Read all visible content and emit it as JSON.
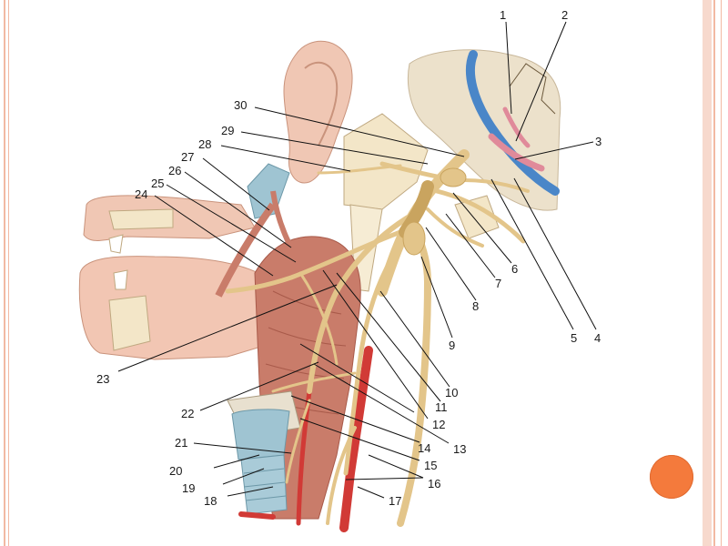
{
  "slide": {
    "background": "#ffffff",
    "frame_color": "#f2b9a3",
    "frame_band_color": "#f7d9cd",
    "accent_dot_color": "#f47a3c"
  },
  "diagram": {
    "labels": [
      "1",
      "2",
      "3",
      "4",
      "5",
      "6",
      "7",
      "8",
      "9",
      "10",
      "11",
      "12",
      "13",
      "14",
      "15",
      "16",
      "17",
      "18",
      "19",
      "20",
      "21",
      "22",
      "23",
      "24",
      "25",
      "26",
      "27",
      "28",
      "29",
      "30"
    ],
    "colors": {
      "nerve": "#e3c58a",
      "nerve_dark": "#c9a45f",
      "muscle": "#c97c6a",
      "muscle_dark": "#a85a4a",
      "skin": "#f0c7b4",
      "bone": "#f3e6c8",
      "artery": "#d13a36",
      "vein": "#4a86c8",
      "cartilage": "#9fc4d2"
    }
  }
}
